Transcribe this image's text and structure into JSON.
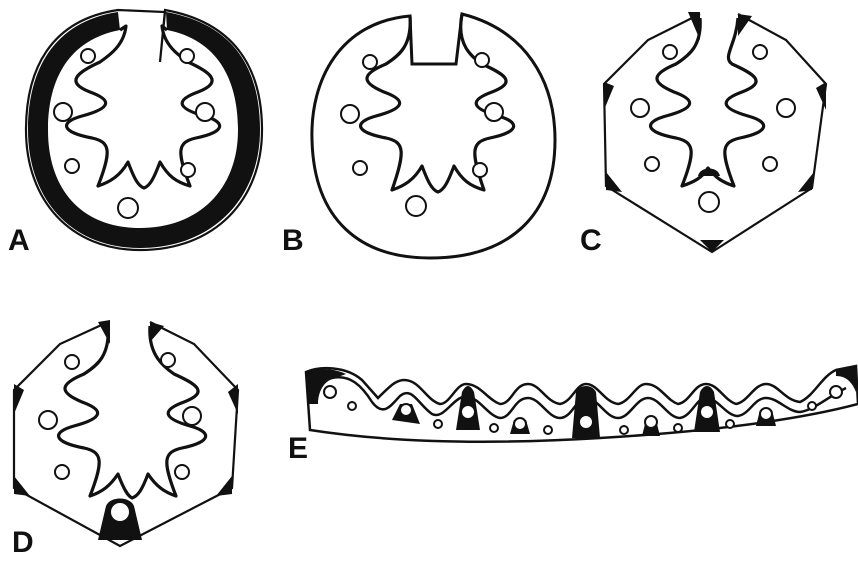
{
  "figure": {
    "panels": [
      {
        "id": "A",
        "label": "A"
      },
      {
        "id": "B",
        "label": "B"
      },
      {
        "id": "C",
        "label": "C"
      },
      {
        "id": "D",
        "label": "D"
      },
      {
        "id": "E",
        "label": "E"
      }
    ]
  },
  "colors": {
    "line": "#111111",
    "background": "#ffffff"
  }
}
